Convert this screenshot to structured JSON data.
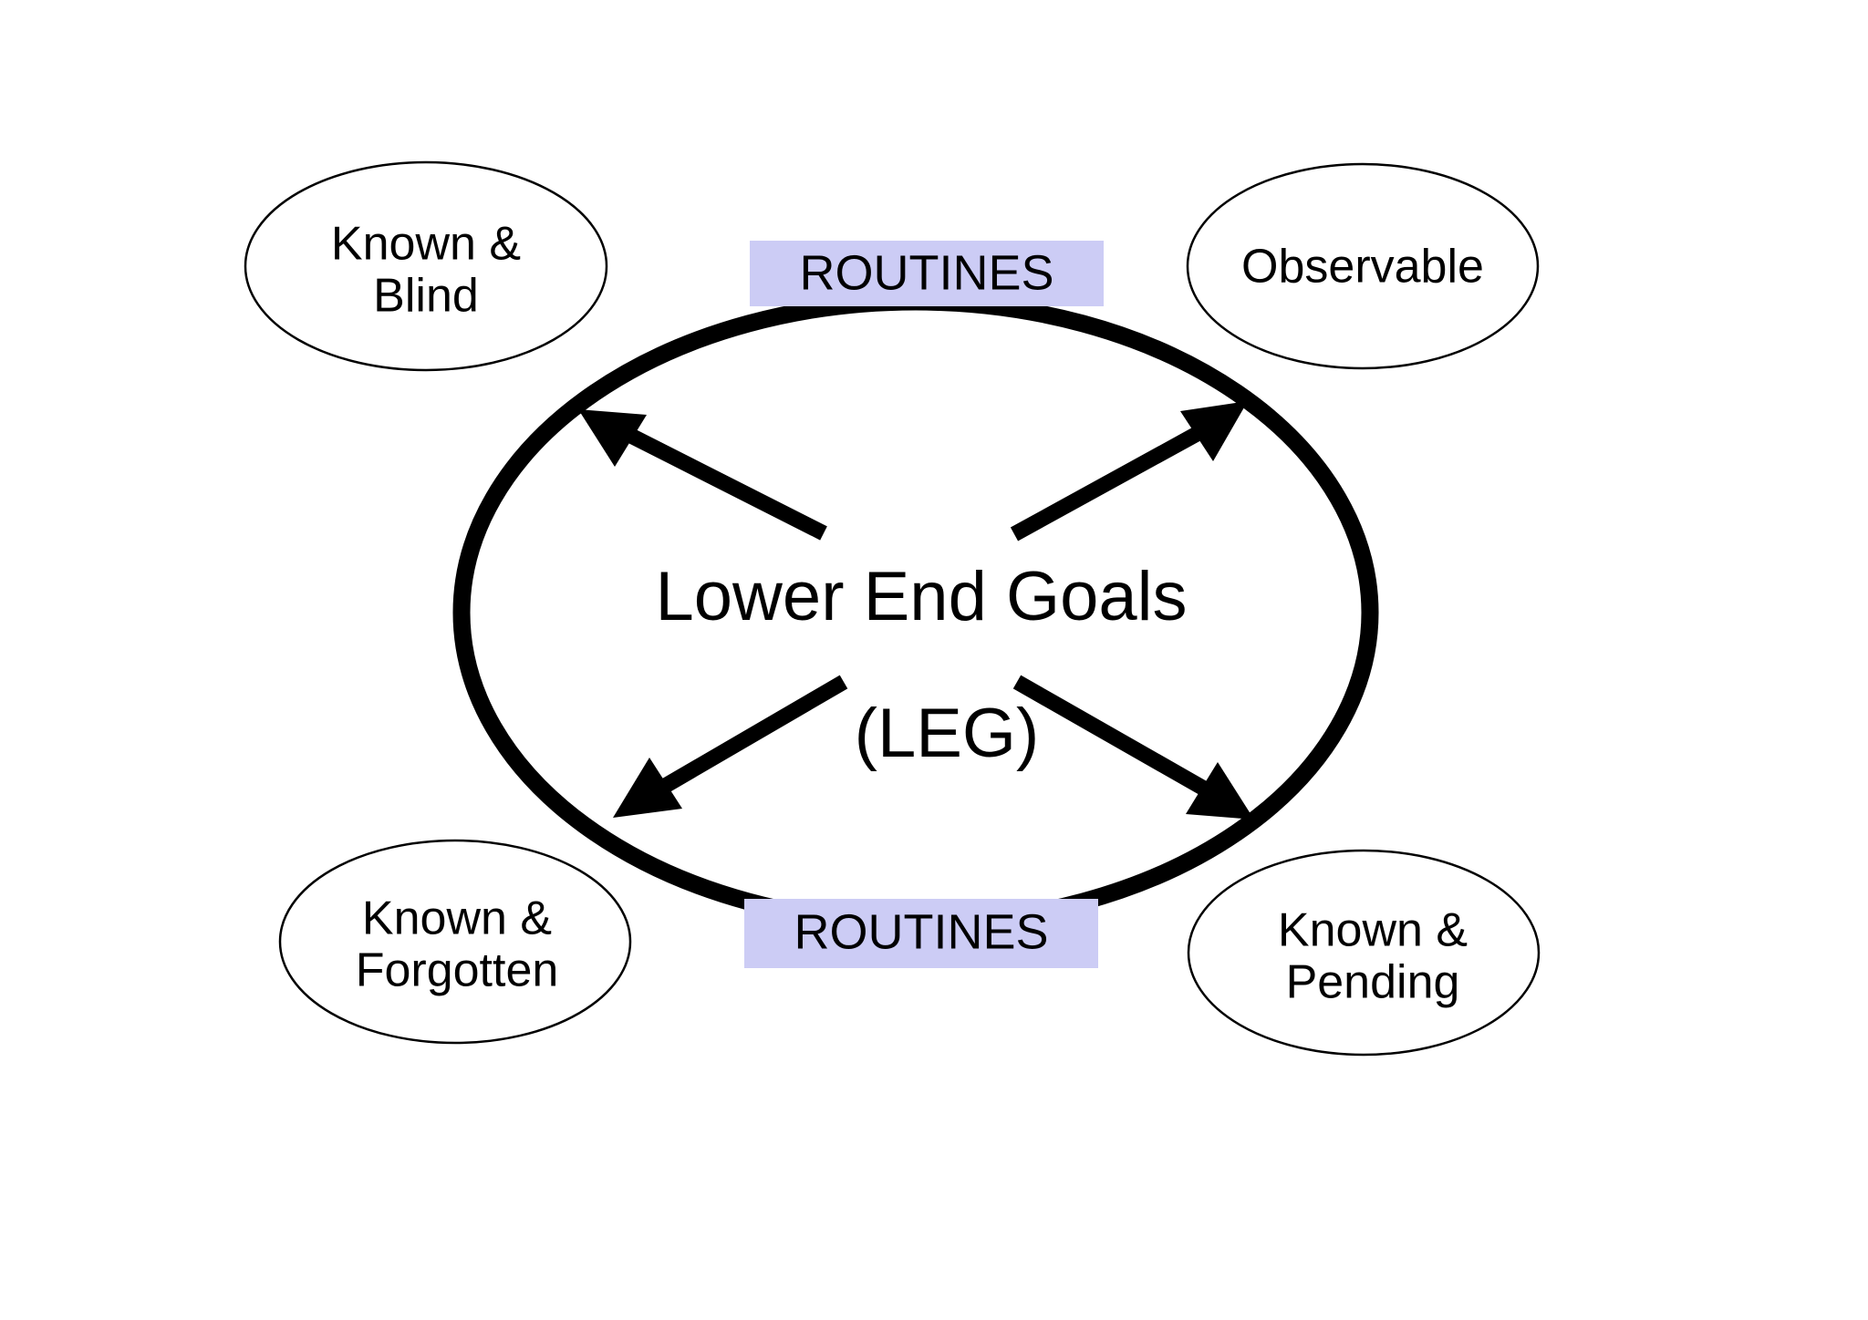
{
  "diagram": {
    "title": "Lower End Goals (LEG) routines diagram",
    "background_color": "#FFFFFF",
    "center": {
      "line1": "Lower End Goals",
      "line2": "(LEG)"
    },
    "ring": {
      "shape": "ellipse",
      "stroke_color": "#000000",
      "fill_color": "#FFFFFF"
    },
    "routine_bands": [
      {
        "id": "routines-top",
        "label": "ROUTINES",
        "background_color": "#CCCCF5",
        "text_color": "#000000",
        "position": "top"
      },
      {
        "id": "routines-bottom",
        "label": "ROUTINES",
        "background_color": "#CCCCF5",
        "text_color": "#000000",
        "position": "bottom"
      }
    ],
    "satellites": [
      {
        "id": "known-and-blind",
        "line1": "Known &",
        "line2": "Blind",
        "position": "top-left",
        "stroke_color": "#000000",
        "fill_color": "#FFFFFF"
      },
      {
        "id": "observable",
        "line1": "Observable",
        "line2": "",
        "position": "top-right",
        "stroke_color": "#000000",
        "fill_color": "#FFFFFF"
      },
      {
        "id": "known-and-forgotten",
        "line1": "Known &",
        "line2": "Forgotten",
        "position": "bottom-left",
        "stroke_color": "#000000",
        "fill_color": "#FFFFFF"
      },
      {
        "id": "known-and-pending",
        "line1": "Known &",
        "line2": "Pending",
        "position": "bottom-right",
        "stroke_color": "#000000",
        "fill_color": "#FFFFFF"
      }
    ],
    "arrows": [
      {
        "id": "arrow-to-known-and-blind",
        "direction": "up-left",
        "color": "#000000"
      },
      {
        "id": "arrow-to-observable",
        "direction": "up-right",
        "color": "#000000"
      },
      {
        "id": "arrow-to-known-and-forgotten",
        "direction": "down-left",
        "color": "#000000"
      },
      {
        "id": "arrow-to-known-and-pending",
        "direction": "down-right",
        "color": "#000000"
      }
    ]
  }
}
